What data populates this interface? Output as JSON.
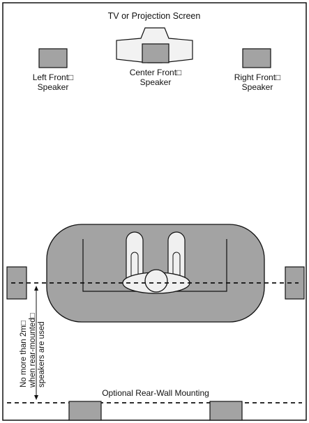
{
  "labels": {
    "screen": "TV or Projection Screen",
    "left_front_1": "Left Front□",
    "left_front_2": "Speaker",
    "center_front_1": "Center Front□",
    "center_front_2": "Speaker",
    "right_front_1": "Right Front□",
    "right_front_2": "Speaker",
    "rear_note_1": "No more than 2m□",
    "rear_note_2": "when rear-mounted□",
    "rear_note_3": "speakers are used",
    "rear_wall": "Optional Rear-Wall Mounting"
  },
  "colors": {
    "speaker": "#a3a3a3",
    "sofa": "#a3a3a3",
    "screen": "#f2f2f2",
    "person": "#f0f0f0",
    "line": "#111111"
  }
}
